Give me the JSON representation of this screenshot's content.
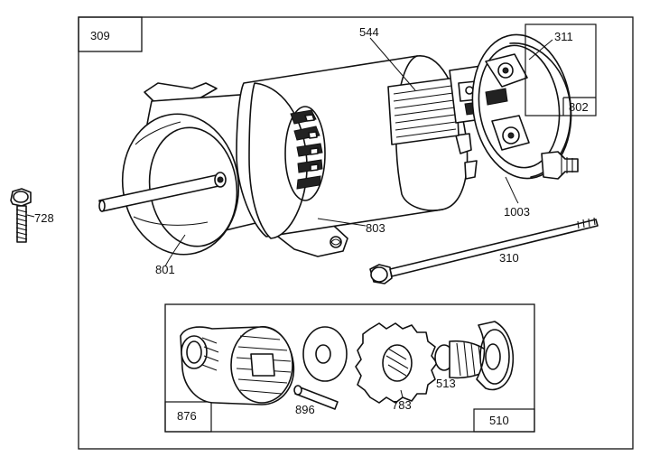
{
  "callouts": {
    "c309": "309",
    "c544": "544",
    "c311": "311",
    "c802": "802",
    "c728": "728",
    "c803": "803",
    "c1003": "1003",
    "c801": "801",
    "c310": "310",
    "c876": "876",
    "c896": "896",
    "c783": "783",
    "c513": "513",
    "c510": "510"
  }
}
